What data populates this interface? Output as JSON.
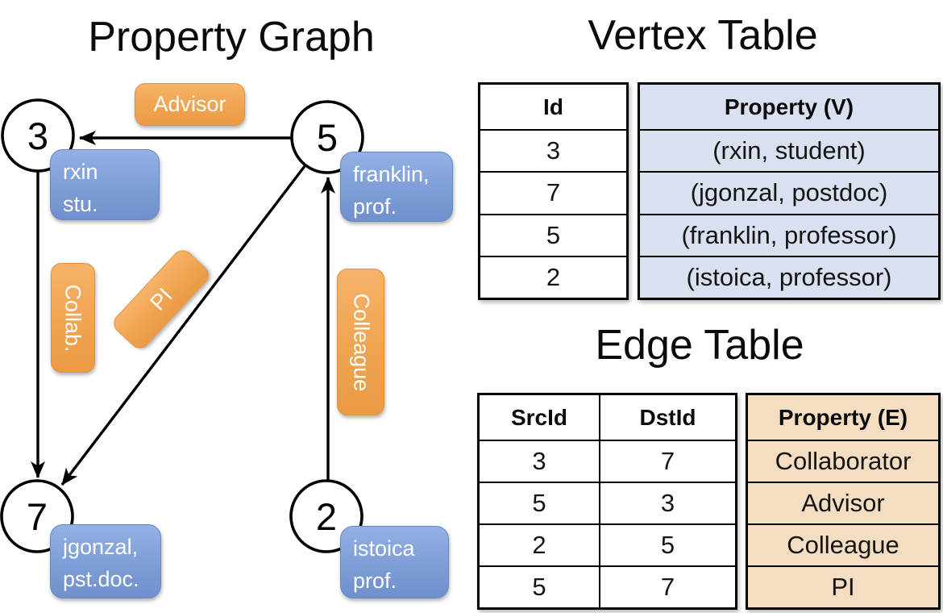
{
  "titles": {
    "graph": "Property Graph",
    "vertex_table": "Vertex Table",
    "edge_table": "Edge Table"
  },
  "graph": {
    "nodes": [
      {
        "id": "3"
      },
      {
        "id": "5"
      },
      {
        "id": "7"
      },
      {
        "id": "2"
      }
    ],
    "vertex_boxes": [
      {
        "line1": "rxin",
        "line2": "stu."
      },
      {
        "line1": "franklin,",
        "line2": "prof."
      },
      {
        "line1": "jgonzal,",
        "line2": "pst.doc."
      },
      {
        "line1": "istoica",
        "line2": "prof."
      }
    ],
    "edge_labels": [
      {
        "text": "Advisor"
      },
      {
        "text": "Collab."
      },
      {
        "text": "PI"
      },
      {
        "text": "Colleague"
      }
    ]
  },
  "vertex_table": {
    "headers": [
      "Id",
      "Property (V)"
    ],
    "rows": [
      [
        "3",
        "(rxin, student)"
      ],
      [
        "7",
        "(jgonzal, postdoc)"
      ],
      [
        "5",
        "(franklin, professor)"
      ],
      [
        "2",
        "(istoica, professor)"
      ]
    ]
  },
  "edge_table": {
    "headers": [
      "SrcId",
      "DstId",
      "Property (E)"
    ],
    "rows": [
      [
        "3",
        "7",
        "Collaborator"
      ],
      [
        "5",
        "3",
        "Advisor"
      ],
      [
        "2",
        "5",
        "Colleague"
      ],
      [
        "5",
        "7",
        "PI"
      ]
    ]
  },
  "colors": {
    "edge_label_fill": "#F0A450",
    "vertex_box_fill": "#7E9DD7",
    "vertex_property_fill": "#D9E1F1",
    "edge_property_fill": "#F5DDC2",
    "line": "#000000",
    "text_on_boxes": "#FFFFFF"
  }
}
